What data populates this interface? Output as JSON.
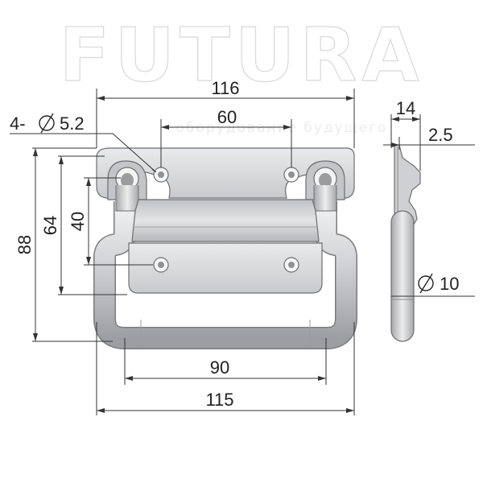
{
  "watermark": {
    "brand": "FUTURA",
    "tagline": "оборудование будущего"
  },
  "dimensions": {
    "holes": "4-",
    "hole_dia": "5.2",
    "overall_width": "116",
    "hole_spacing": "60",
    "height_total": "88",
    "height_64": "64",
    "height_40": "40",
    "inner_width": "90",
    "bottom_width": "115",
    "depth": "14",
    "thickness": "2.5",
    "rod_dia": "10"
  },
  "colors": {
    "part_fill": "#d9dadc",
    "part_stroke": "#6c6e72",
    "dim_line": "#333333"
  }
}
